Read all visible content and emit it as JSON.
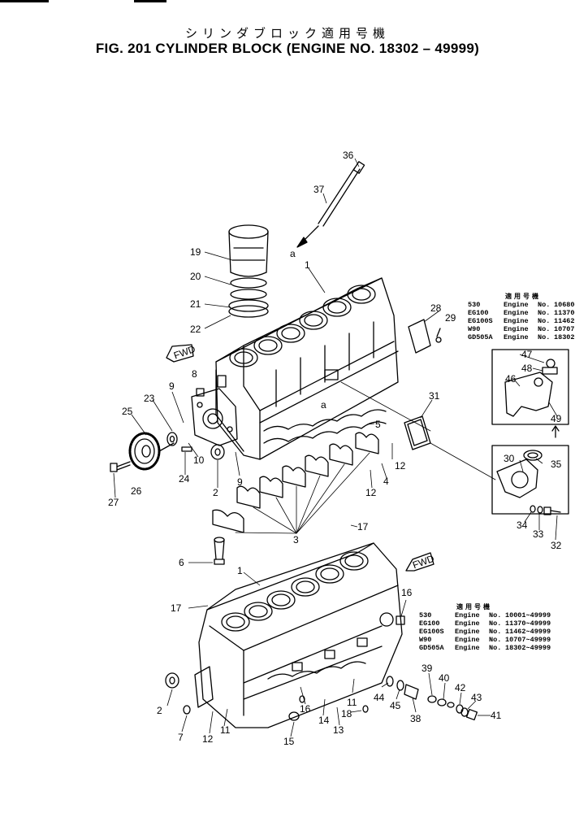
{
  "header": {
    "jp_title": "シリンダブロック適用号機",
    "fig_title": "FIG. 201 CYLINDER BLOCK (ENGINE NO. 18302 – 49999)"
  },
  "table_upper": {
    "heading": "適用号機",
    "rows": [
      {
        "model": "530",
        "label": "Engine",
        "no": "No.",
        "range": "10680~"
      },
      {
        "model": "EG100",
        "label": "Engine",
        "no": "No.",
        "range": "11370~"
      },
      {
        "model": "EG100S",
        "label": "Engine",
        "no": "No.",
        "range": "11462~"
      },
      {
        "model": "W90",
        "label": "Engine",
        "no": "No.",
        "range": "10707~"
      },
      {
        "model": "GD505A",
        "label": "Engine",
        "no": "No.",
        "range": "18302~"
      }
    ]
  },
  "table_lower": {
    "heading": "適用号機",
    "rows": [
      {
        "model": "530",
        "label": "Engine",
        "no": "No.",
        "range": "10001~49999"
      },
      {
        "model": "EG100",
        "label": "Engine",
        "no": "No.",
        "range": "11370~49999"
      },
      {
        "model": "EG100S",
        "label": "Engine",
        "no": "No.",
        "range": "11462~49999"
      },
      {
        "model": "W90",
        "label": "Engine",
        "no": "No.",
        "range": "10707~49999"
      },
      {
        "model": "GD505A",
        "label": "Engine",
        "no": "No.",
        "range": "18302~49999"
      }
    ]
  },
  "fwd_label": "FWD",
  "ref_mark": "a",
  "callouts": [
    "36",
    "37",
    "19",
    "20",
    "21",
    "22",
    "1",
    "28",
    "29",
    "47",
    "48",
    "46",
    "49",
    "8",
    "9",
    "23",
    "25",
    "31",
    "5",
    "12",
    "10",
    "24",
    "2",
    "9",
    "27",
    "26",
    "4",
    "12",
    "30",
    "35",
    "34",
    "33",
    "32",
    "3",
    "17",
    "6",
    "1",
    "16",
    "17",
    "2",
    "7",
    "12",
    "11",
    "15",
    "16",
    "14",
    "13",
    "18",
    "11",
    "44",
    "45",
    "38",
    "39",
    "40",
    "42",
    "43",
    "41"
  ]
}
